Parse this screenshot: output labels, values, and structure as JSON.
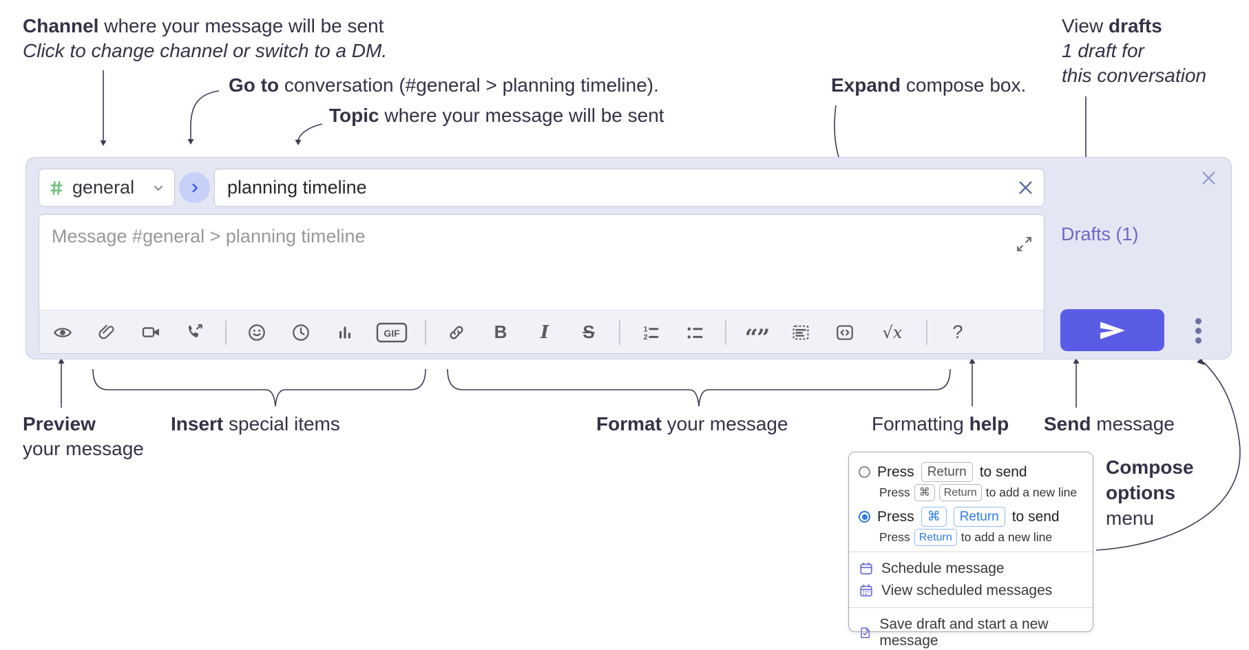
{
  "colors": {
    "accent_indigo": "#5a5ce5",
    "drafts_link_purple": "#6c69c6",
    "hash_green": "#74c181",
    "key_blue": "#2b7bf2",
    "annotation_ink": "#333247",
    "compose_bg": "#e4e6f3"
  },
  "annotations": {
    "channel": {
      "bold": "Channel",
      "rest": " where your message will be sent",
      "subtitle": "Click to change channel or switch to a DM."
    },
    "goto": {
      "bold": "Go to",
      "rest": " conversation (#general > planning timeline)."
    },
    "topic": {
      "bold": "Topic",
      "rest": " where your message will be sent"
    },
    "expand": {
      "bold": "Expand",
      "rest": " compose box."
    },
    "drafts": {
      "pre": "View ",
      "bold": "drafts",
      "line2": "1 draft for",
      "line3": "this conversation"
    },
    "preview": {
      "bold": "Preview",
      "line2": "your message"
    },
    "insert": {
      "bold": "Insert",
      "rest": " special items"
    },
    "format": {
      "bold": "Format",
      "rest": " your message"
    },
    "help": {
      "pre": "Formatting ",
      "bold": "help"
    },
    "send": {
      "bold": "Send",
      "rest": " message"
    },
    "compose_options": {
      "line1": "Compose",
      "line2": "options",
      "line3": "menu"
    }
  },
  "compose": {
    "channel": {
      "name": "general"
    },
    "topic": {
      "value": "planning timeline"
    },
    "message": {
      "placeholder": "Message #general > planning timeline"
    },
    "drafts_link": "Drafts (1)",
    "toolbar": {
      "icon_names": [
        "preview-eye",
        "attach-paperclip",
        "video-call",
        "voice-call",
        "emoji-smiley",
        "schedule-clock",
        "poll-chart",
        "gif",
        "link",
        "bold",
        "italic",
        "strikethrough",
        "numbered-list",
        "bulleted-list",
        "quote",
        "spoiler",
        "code",
        "math",
        "help"
      ],
      "bold": "B",
      "italic": "I",
      "strike": "S",
      "gif": "GIF",
      "ol1": "1",
      "ol2": "2",
      "quote_glyphs": "“”",
      "math_root": "√",
      "math_x": "x",
      "help": "?"
    }
  },
  "popup": {
    "option1": {
      "press": "Press",
      "key": "Return",
      "tail": "to send",
      "sub_press": "Press",
      "sub_key1": "⌘",
      "sub_key2": "Return",
      "sub_tail": "to add a new line"
    },
    "option2": {
      "press": "Press",
      "key1": "⌘",
      "key2": "Return",
      "tail": "to send",
      "sub_press": "Press",
      "sub_key": "Return",
      "sub_tail": "to add a new line"
    },
    "items": [
      {
        "label": "Schedule message"
      },
      {
        "label": "View scheduled messages"
      },
      {
        "label": "Save draft and start a new message"
      }
    ]
  }
}
